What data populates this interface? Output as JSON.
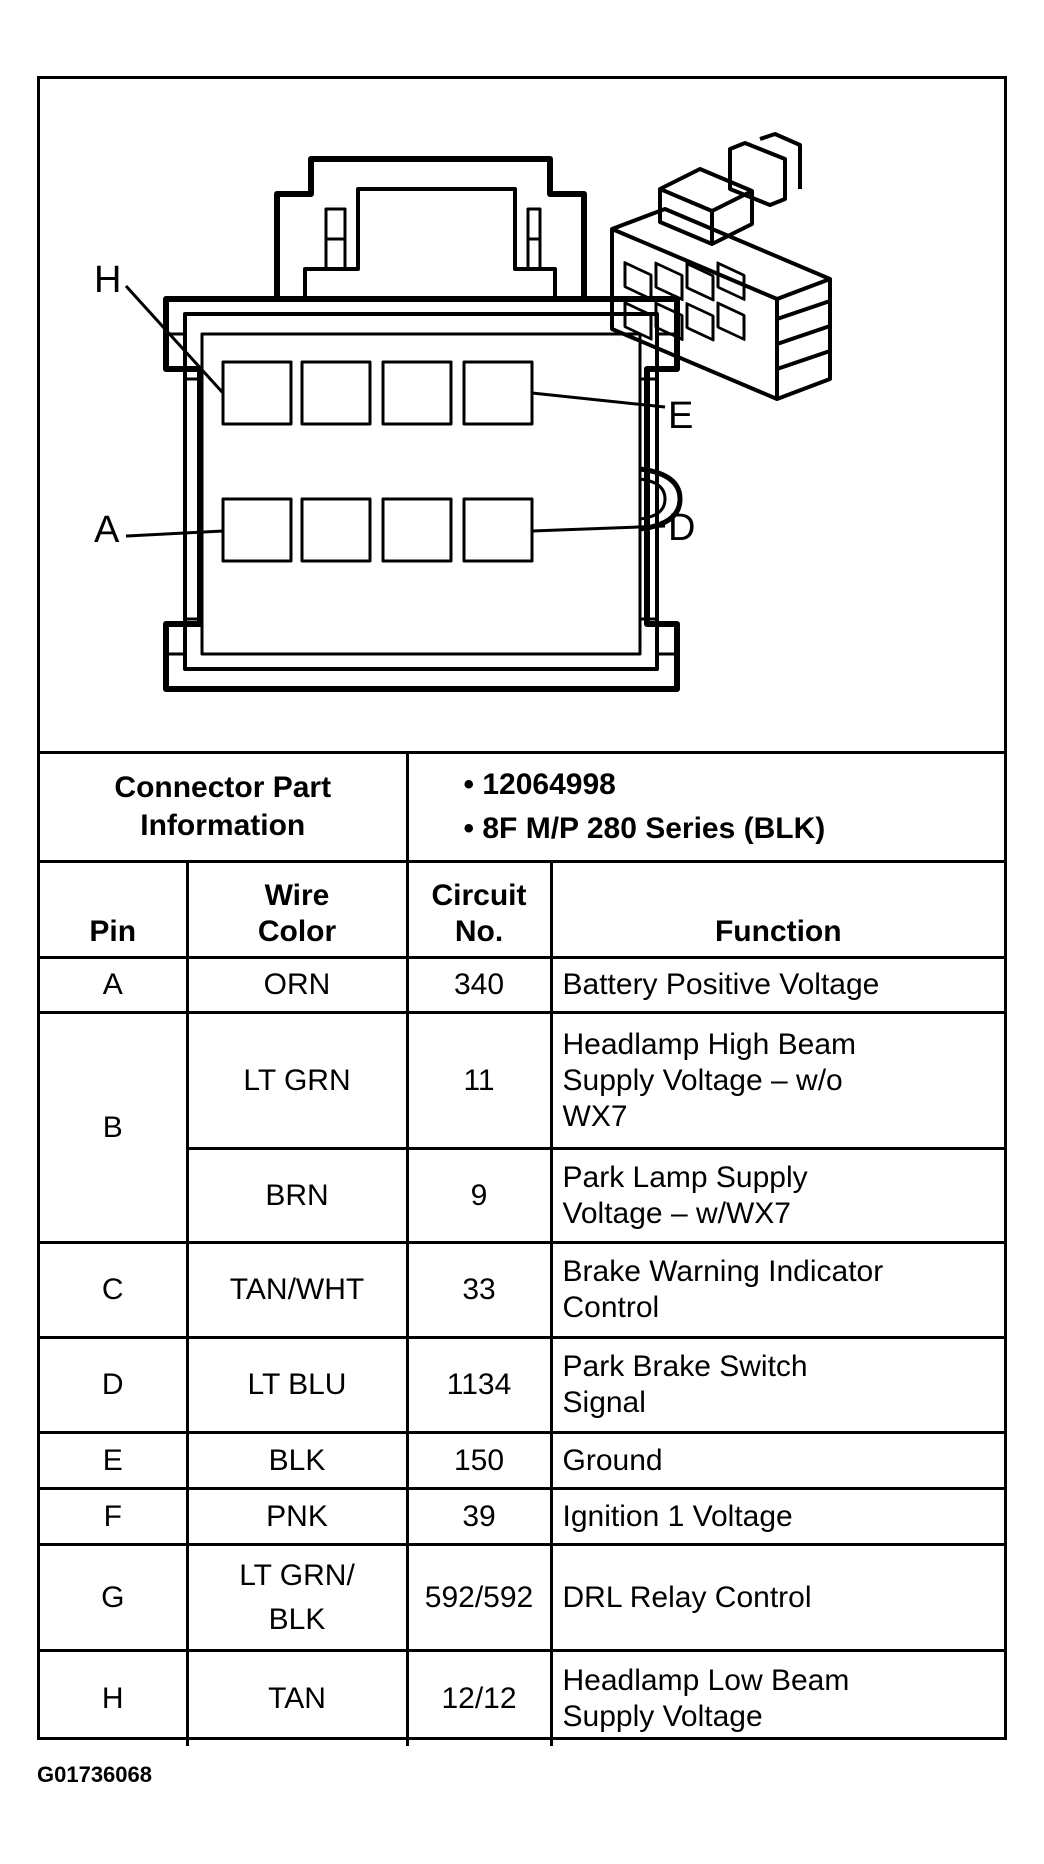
{
  "diagram": {
    "pin_labels": {
      "h": "H",
      "e": "E",
      "a": "A",
      "d": "D"
    }
  },
  "connector_info": {
    "label": "Connector Part Information",
    "values": [
      "• 12064998",
      "• 8F M/P 280 Series (BLK)"
    ]
  },
  "table": {
    "headers": {
      "pin": "Pin",
      "wire_color": "Wire Color",
      "circuit": "Circuit No.",
      "function": "Function"
    },
    "rows": [
      {
        "pin": "A",
        "wire": "ORN",
        "circuit": "340",
        "function": "Battery Positive Voltage"
      },
      {
        "pin": "B",
        "wire": "LT GRN",
        "circuit": "11",
        "function": "Headlamp High Beam Supply Voltage – w/o WX7"
      },
      {
        "pin": "",
        "wire": "BRN",
        "circuit": "9",
        "function": "Park Lamp Supply Voltage – w/WX7"
      },
      {
        "pin": "C",
        "wire": "TAN/WHT",
        "circuit": "33",
        "function": "Brake Warning Indicator Control"
      },
      {
        "pin": "D",
        "wire": "LT BLU",
        "circuit": "1134",
        "function": "Park Brake Switch Signal"
      },
      {
        "pin": "E",
        "wire": "BLK",
        "circuit": "150",
        "function": "Ground"
      },
      {
        "pin": "F",
        "wire": "PNK",
        "circuit": "39",
        "function": "Ignition 1 Voltage"
      },
      {
        "pin": "G",
        "wire": "LT GRN/ BLK",
        "circuit": "592/592",
        "function": "DRL Relay Control"
      },
      {
        "pin": "H",
        "wire": "TAN",
        "circuit": "12/12",
        "function": "Headlamp Low Beam Supply Voltage"
      }
    ]
  },
  "figure_id": "G01736068"
}
